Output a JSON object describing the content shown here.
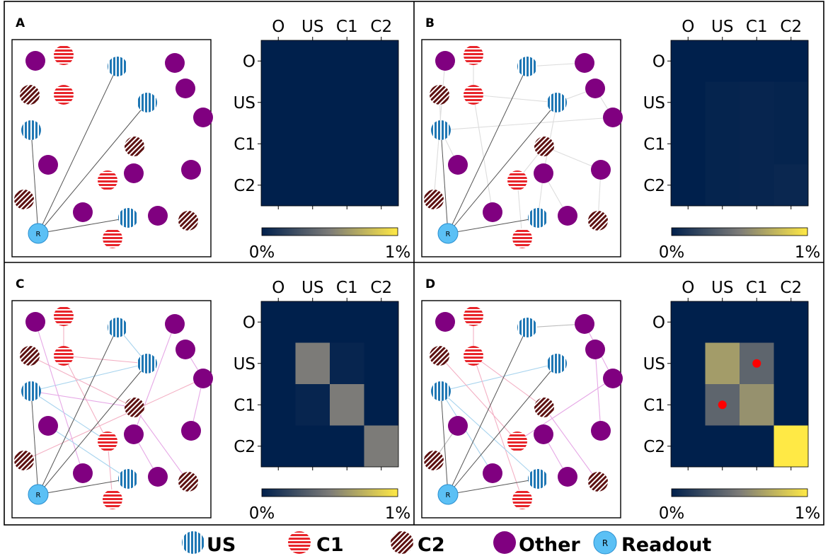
{
  "panels": [
    {
      "letter": "A"
    },
    {
      "letter": "B"
    },
    {
      "letter": "C"
    },
    {
      "letter": "D"
    }
  ],
  "matrix_labels": [
    "O",
    "US",
    "C1",
    "C2"
  ],
  "colorbar": {
    "min_label": "0%",
    "max_label": "1%",
    "colors": [
      "#00204c",
      "#7c7b78",
      "#ffe945"
    ]
  },
  "legend": [
    {
      "key": "us",
      "label": "US"
    },
    {
      "key": "c1",
      "label": "C1"
    },
    {
      "key": "c2",
      "label": "C2"
    },
    {
      "key": "other",
      "label": "Other"
    },
    {
      "key": "readout",
      "label": "Readout"
    }
  ],
  "node_colors": {
    "us": "#1f77b4",
    "c1": "#e8252b",
    "c2": "#5c1010",
    "other": "#800080",
    "readout": "#5bc0f5"
  },
  "readout_letter": "R",
  "heatmaps": {
    "A": [
      [
        0,
        0,
        0,
        0
      ],
      [
        0,
        0,
        0,
        0
      ],
      [
        0,
        0,
        0,
        0
      ],
      [
        0,
        0,
        0,
        0
      ]
    ],
    "B": [
      [
        0,
        0,
        0,
        0
      ],
      [
        0,
        0.02,
        0.03,
        0.02
      ],
      [
        0,
        0.02,
        0.03,
        0.02
      ],
      [
        0,
        0.02,
        0.03,
        0.04
      ]
    ],
    "C": [
      [
        0,
        0,
        0,
        0
      ],
      [
        0,
        0.5,
        0.03,
        0
      ],
      [
        0,
        0.03,
        0.5,
        0
      ],
      [
        0,
        0,
        0,
        0.5
      ]
    ],
    "D": [
      [
        0,
        0,
        0,
        0
      ],
      [
        0,
        0.65,
        0.38,
        0
      ],
      [
        0,
        0.38,
        0.6,
        0
      ],
      [
        0,
        0,
        0,
        1.0
      ]
    ]
  },
  "highlight_markers": {
    "D": [
      [
        1,
        2
      ],
      [
        2,
        1
      ]
    ]
  }
}
